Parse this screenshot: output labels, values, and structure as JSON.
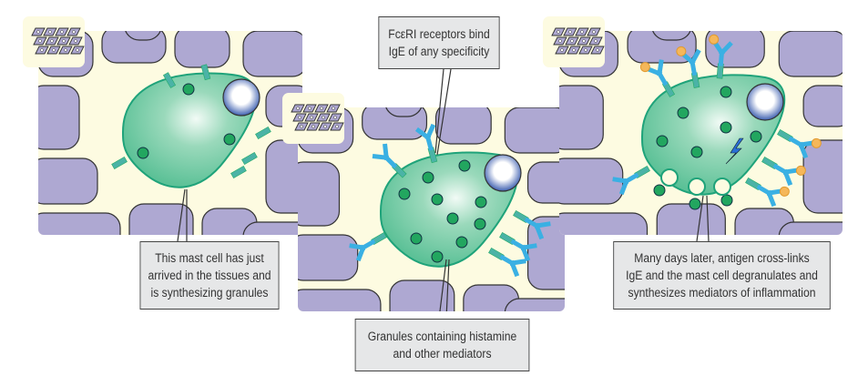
{
  "colors": {
    "tissue": "#aea8d2",
    "matrix": "#fdfbe1",
    "cell": "#6cc9a0",
    "granule": "#22a65f",
    "receptor": "#4bb3a6",
    "ige": "#3ab0e3",
    "antigen": "#f5b75a"
  },
  "panels": [
    {
      "stage": "arrival",
      "icon": "tissue-cells-icon"
    },
    {
      "stage": "sensitized",
      "icon": "tissue-cells-icon"
    },
    {
      "stage": "degranulation",
      "icon": "tissue-cells-icon"
    }
  ],
  "callouts": {
    "arrival": [
      "This mast cell has just",
      "arrived in the tissues and",
      "is synthesizing granules"
    ],
    "receptors": [
      "FcεRI receptors bind",
      "IgE of any specificity"
    ],
    "granules": [
      "Granules containing histamine",
      "and other mediators"
    ],
    "degranulation": [
      "Many days later, antigen cross-links",
      "IgE and the mast cell degranulates and",
      "synthesizes mediators of inflammation"
    ]
  }
}
